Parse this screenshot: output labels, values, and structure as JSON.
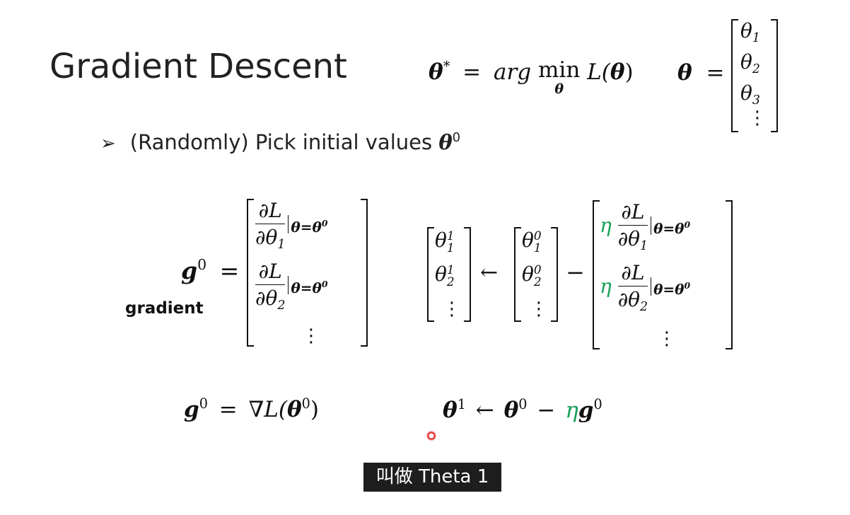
{
  "slide": {
    "title": "Gradient Descent",
    "objective": {
      "theta_star": "θ",
      "star": "*",
      "eq": "=",
      "argmin": "arg",
      "min": "min",
      "under": "θ",
      "func": "L(",
      "arg": "θ",
      "close": ")"
    },
    "param_vector": {
      "lhs": "θ",
      "eq": "=",
      "rows": [
        "θ",
        "θ",
        "θ"
      ],
      "row_subs": [
        "1",
        "2",
        "3"
      ],
      "dots": "⋮"
    },
    "bullet": {
      "marker": "➢",
      "text": "(Randomly) Pick initial values ",
      "symbol": "θ",
      "sup": "0"
    },
    "gradient_block": {
      "lhs": "g",
      "lhs_sup": "0",
      "eq": "=",
      "label": "gradient",
      "entries": [
        {
          "num": "∂L",
          "den": "∂θ",
          "den_sub": "1",
          "cond": "θ=θ",
          "cond_sup": "0"
        },
        {
          "num": "∂L",
          "den": "∂θ",
          "den_sub": "2",
          "cond": "θ=θ",
          "cond_sup": "0"
        }
      ],
      "dots": "⋮"
    },
    "update_block": {
      "new_vec": {
        "rows": [
          "θ",
          "θ"
        ],
        "subs": [
          "1",
          "2"
        ],
        "sups": [
          "1",
          "1"
        ]
      },
      "arrow": "←",
      "old_vec": {
        "rows": [
          "θ",
          "θ"
        ],
        "subs": [
          "1",
          "2"
        ],
        "sups": [
          "0",
          "0"
        ]
      },
      "minus": "−",
      "step_vec": [
        {
          "eta": "η",
          "num": "∂L",
          "den": "∂θ",
          "den_sub": "1",
          "cond": "θ=θ",
          "cond_sup": "0"
        },
        {
          "eta": "η",
          "num": "∂L",
          "den": "∂θ",
          "den_sub": "2",
          "cond": "θ=θ",
          "cond_sup": "0"
        }
      ],
      "dots": "⋮"
    },
    "gradient_eq": {
      "g": "g",
      "g_sup": "0",
      "eq": "=",
      "rhs": "∇L(",
      "theta": "θ",
      "theta_sup": "0",
      "close": ")"
    },
    "update_eq": {
      "theta1": "θ",
      "sup1": "1",
      "arrow": "←",
      "theta0": "θ",
      "sup0": "0",
      "minus": "−",
      "eta": "η",
      "g": "g",
      "g_sup": "0"
    }
  },
  "subtitle": {
    "text": "叫做 Theta 1"
  },
  "colors": {
    "eta_green": "#1aa05a",
    "subtitle_bg": "#1e1e1e",
    "cursor": "#e02020"
  }
}
